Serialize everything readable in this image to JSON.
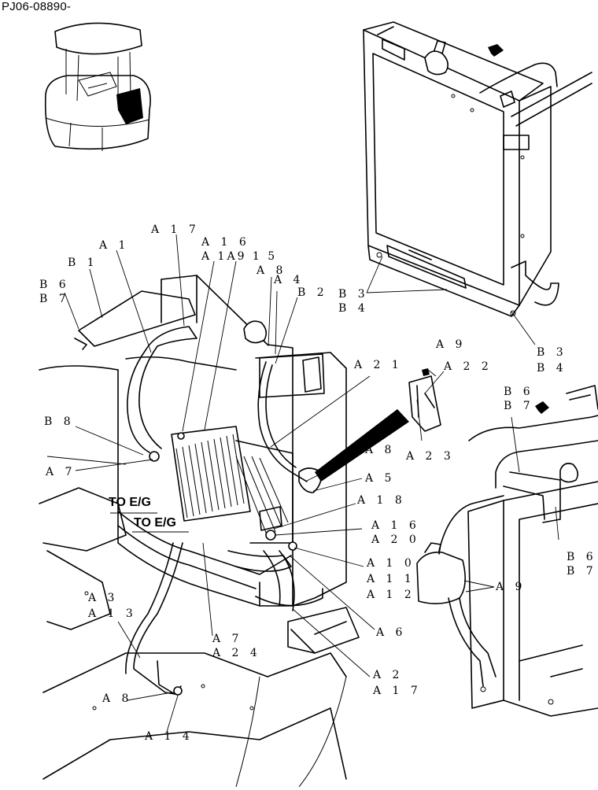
{
  "document": {
    "id": "PJ06-08890-"
  },
  "labels": {
    "A1": "A 1",
    "A17_top": "A 1 7",
    "A16_top": "A 1 6",
    "A19_15": "A 1A9 1 5",
    "A8_top": "A 8",
    "A4": "A 4",
    "B1": "B 1",
    "B6_left": "B 6",
    "B7_left": "B 7",
    "B2": "B 2",
    "B3_a": "B 3",
    "B4_a": "B 4",
    "B3_b": "B 3",
    "B4_b": "B 4",
    "A9_top": "A 9",
    "A22": "A 2 2",
    "A21": "A 2 1",
    "B6_mid": "B 6",
    "B7_mid": "B 7",
    "A23": "A 2 3",
    "B8": "B 8",
    "A8_mid": "A 8",
    "A7_left": "A 7",
    "A5": "A 5",
    "A18": "A 1 8",
    "A16_mid": "A 1 6",
    "A20": "A 2 0",
    "A10": "A 1 0",
    "A11": "A 1 1",
    "A12": "A 1 2",
    "B6_right": "B 6",
    "B7_right": "B 7",
    "A9_right": "A 9",
    "A3": "A 3",
    "A13": "A 1 3",
    "A6": "A 6",
    "A7_bottom": "A 7",
    "A24": "A 2 4",
    "A2": "A 2",
    "A17_bottom": "A 1 7",
    "A8_bottom": "A 8",
    "A14": "A 1 4"
  },
  "tags": {
    "to_eg_1": "TO E/G",
    "to_eg_2": "TO E/G"
  }
}
